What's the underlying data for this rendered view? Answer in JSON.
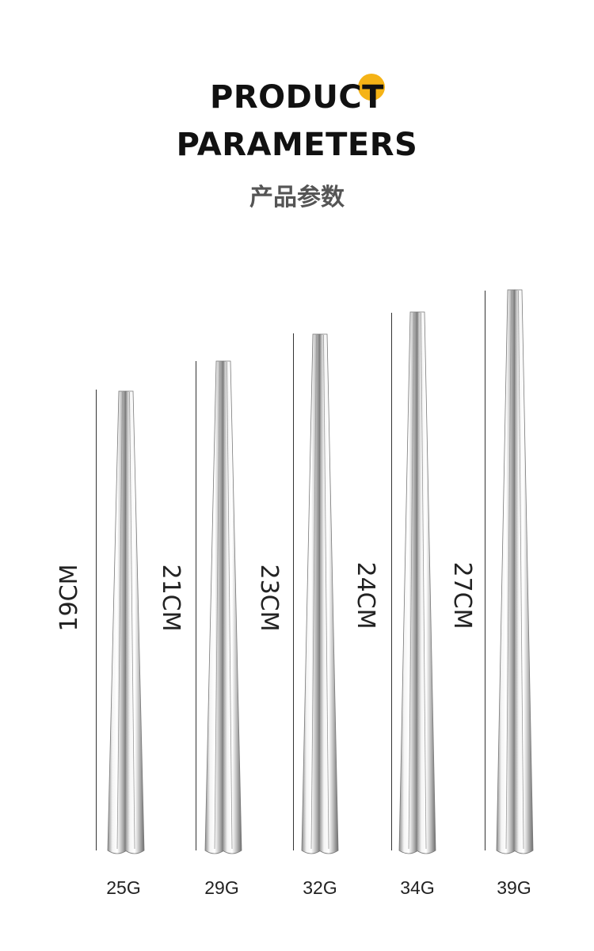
{
  "header": {
    "title_line1": "PRODUCT",
    "title_line2": "PARAMETERS",
    "subtitle": "产品参数",
    "accent_color": "#f5b316"
  },
  "products": [
    {
      "length": "19CM",
      "weight": "25G"
    },
    {
      "length": "21CM",
      "weight": "29G"
    },
    {
      "length": "23CM",
      "weight": "32G"
    },
    {
      "length": "24CM",
      "weight": "34G"
    },
    {
      "length": "27CM",
      "weight": "39G"
    }
  ]
}
